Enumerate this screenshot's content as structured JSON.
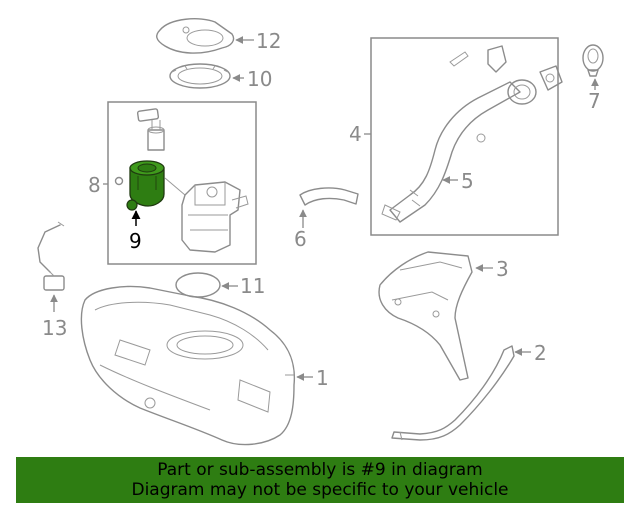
{
  "diagram": {
    "callouts": {
      "c1": "1",
      "c2": "2",
      "c3": "3",
      "c4": "4",
      "c5": "5",
      "c6": "6",
      "c7": "7",
      "c8": "8",
      "c9": "9",
      "c10": "10",
      "c11": "11",
      "c12": "12",
      "c13": "13"
    },
    "highlight_part": "9",
    "colors": {
      "highlight_fill": "#2e7d12",
      "line": "#8c8c8c",
      "banner": "#2e7d12"
    }
  },
  "footer": {
    "line1": "Part or sub-assembly is #9 in diagram",
    "line2": "Diagram may not be specific to your vehicle"
  }
}
